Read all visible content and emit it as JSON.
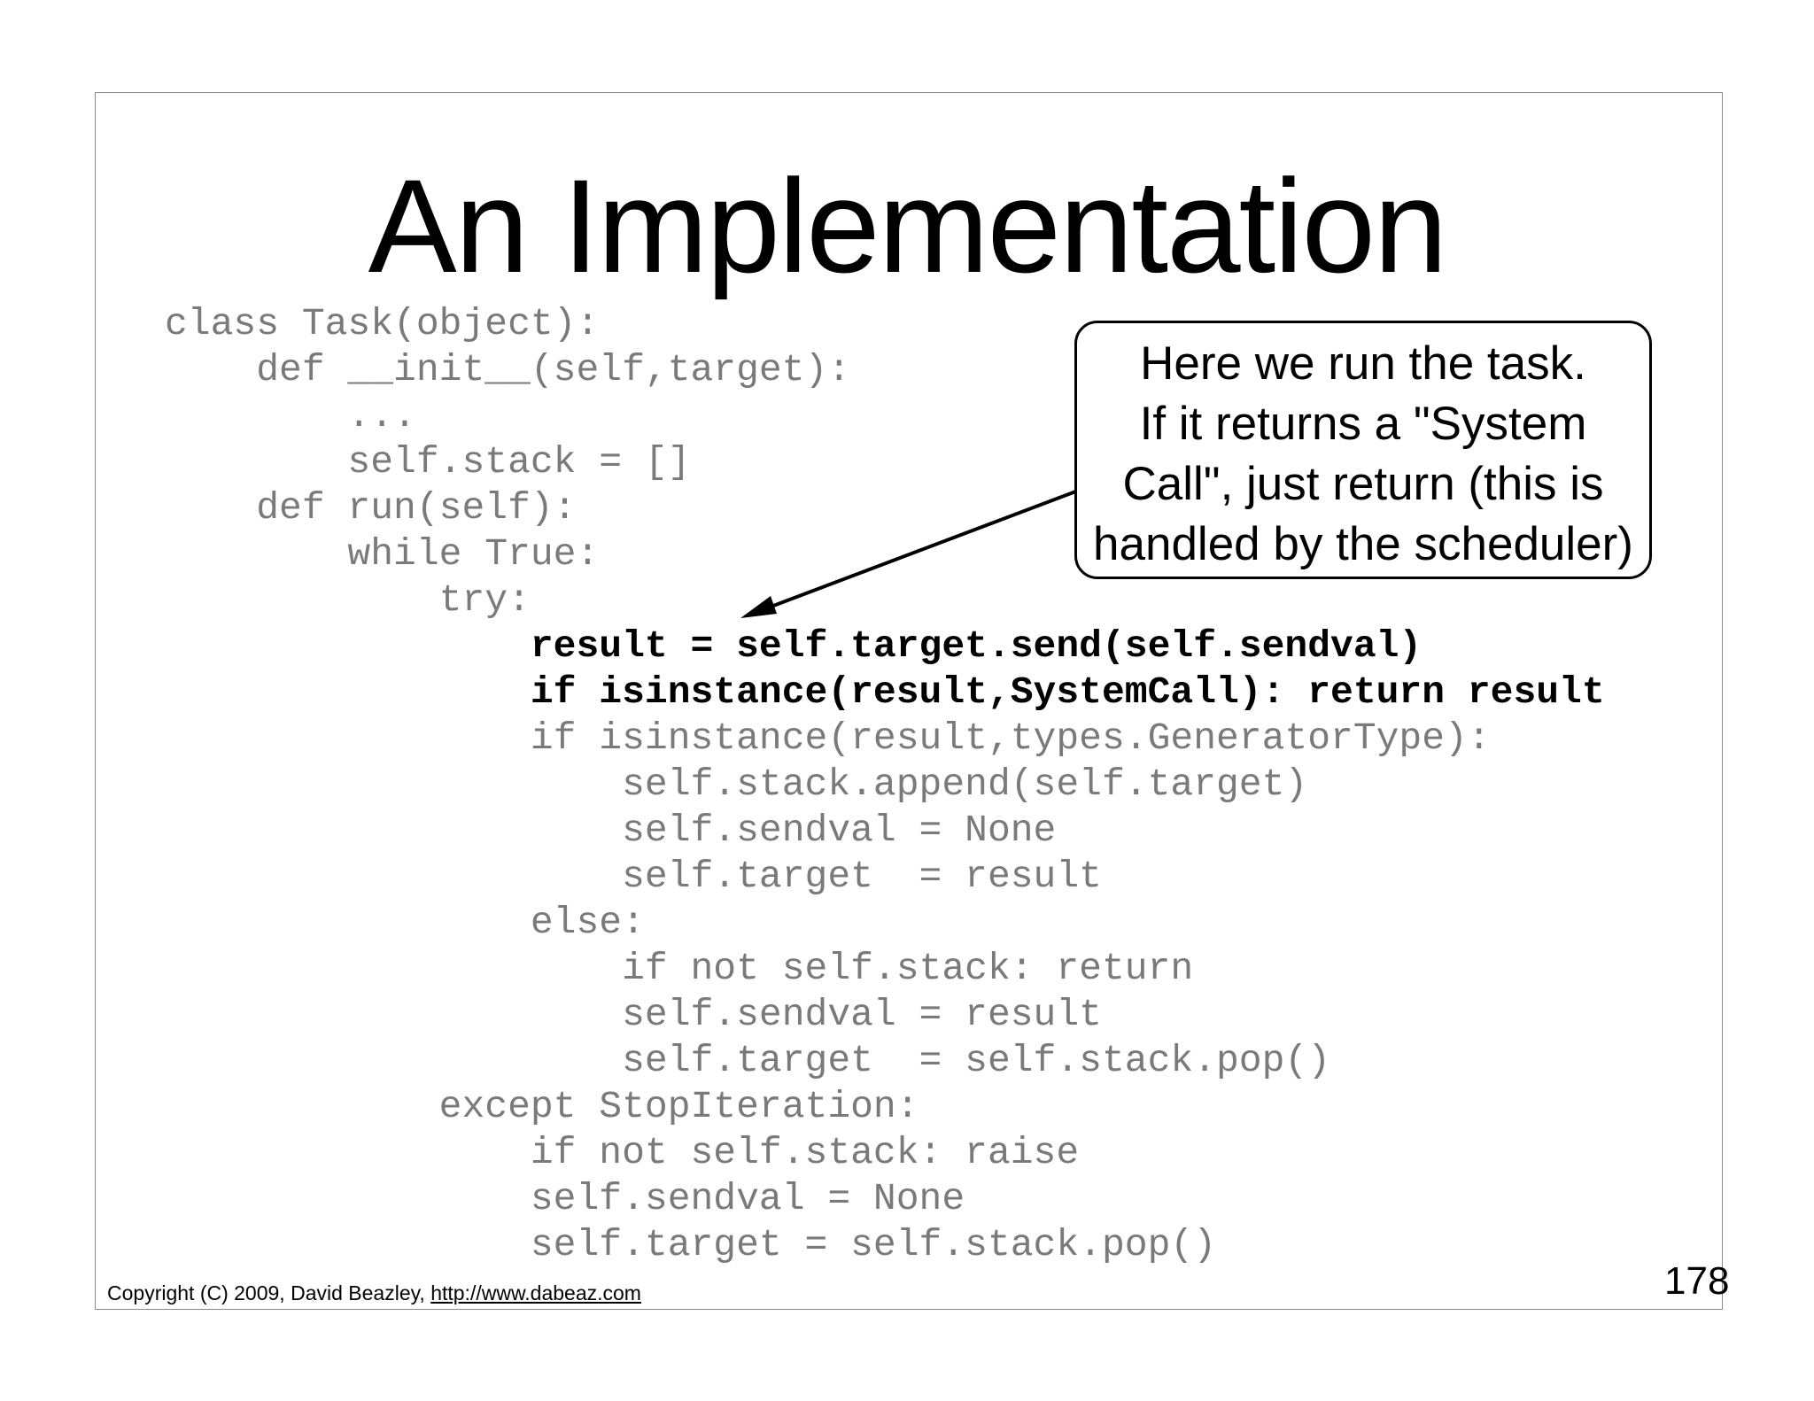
{
  "slide": {
    "title": "An Implementation",
    "code_lines": [
      {
        "text": "class Task(object):",
        "bold": false
      },
      {
        "text": "    def __init__(self,target):",
        "bold": false
      },
      {
        "text": "        ...",
        "bold": false
      },
      {
        "text": "        self.stack = []",
        "bold": false
      },
      {
        "text": "    def run(self):",
        "bold": false
      },
      {
        "text": "        while True:",
        "bold": false
      },
      {
        "text": "            try:",
        "bold": false
      },
      {
        "text": "                result = self.target.send(self.sendval)",
        "bold": true
      },
      {
        "text": "                if isinstance(result,SystemCall): return result",
        "bold": true
      },
      {
        "text": "                if isinstance(result,types.GeneratorType):",
        "bold": false
      },
      {
        "text": "                    self.stack.append(self.target)",
        "bold": false
      },
      {
        "text": "                    self.sendval = None",
        "bold": false
      },
      {
        "text": "                    self.target  = result",
        "bold": false
      },
      {
        "text": "                else:",
        "bold": false
      },
      {
        "text": "                    if not self.stack: return",
        "bold": false
      },
      {
        "text": "                    self.sendval = result",
        "bold": false
      },
      {
        "text": "                    self.target  = self.stack.pop()",
        "bold": false
      },
      {
        "text": "            except StopIteration:",
        "bold": false
      },
      {
        "text": "                if not self.stack: raise",
        "bold": false
      },
      {
        "text": "                self.sendval = None",
        "bold": false
      },
      {
        "text": "                self.target = self.stack.pop()",
        "bold": false
      }
    ],
    "callout": {
      "lines": [
        "Here we run the task.",
        "If it returns a \"System",
        "Call\", just return (this is",
        "handled by the scheduler)"
      ]
    },
    "copyright": {
      "text": "Copyright (C) 2009,  David Beazley, ",
      "link": "http://www.dabeaz.com"
    },
    "page_number": "178"
  }
}
